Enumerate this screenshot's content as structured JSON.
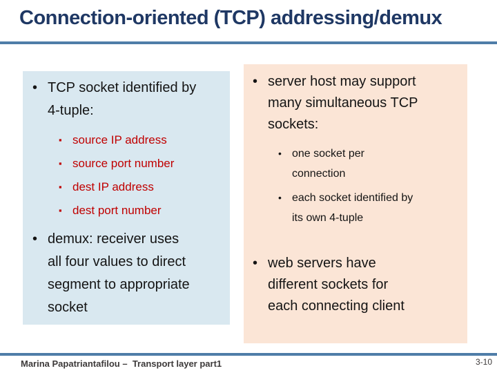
{
  "title": "Connection-oriented (TCP) addressing/demux",
  "glyphs": {
    "main_bullet": "•",
    "square_bullet": "▪",
    "round_bullet": "•"
  },
  "colors": {
    "title_color": "#1f3864",
    "divider_color": "#4f7da8",
    "left_box_bg": "#d9e8f0",
    "right_box_bg": "#fbe5d6",
    "red_accent": "#c00000",
    "body_text": "#141414",
    "footer_text": "#3d3a3a"
  },
  "left_box": {
    "bullets": [
      {
        "text": "TCP socket identified by\n4-tuple:",
        "sub": [
          "source IP address",
          "source port number",
          "dest IP address",
          "dest port number"
        ]
      },
      {
        "text": "demux: receiver uses\nall four values to direct\nsegment to appropriate\nsocket"
      }
    ]
  },
  "right_box": {
    "bullets": [
      {
        "text": "server host may support\nmany simultaneous TCP\nsockets:",
        "sub": [
          "one socket per\nconnection",
          "each socket identified by\nits own 4-tuple"
        ]
      },
      {
        "text": "web servers have\ndifferent sockets for\neach connecting client"
      }
    ]
  },
  "footer": {
    "credit": "Marina Papatriantafilou –  Transport layer part1",
    "page": "3-10"
  }
}
